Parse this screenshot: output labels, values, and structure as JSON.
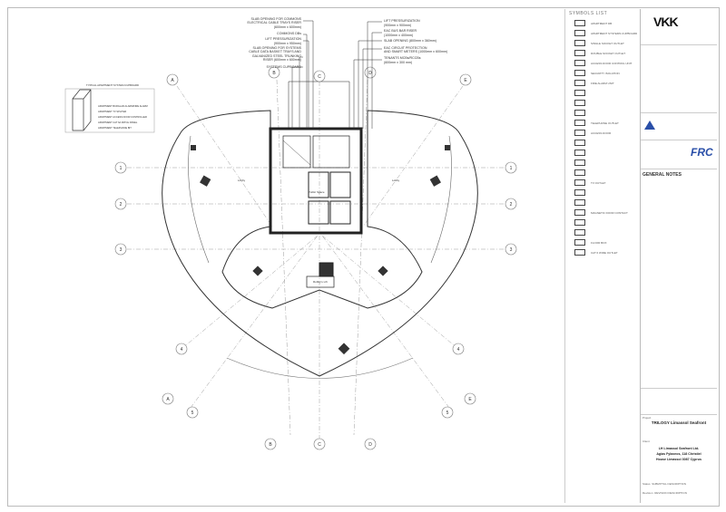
{
  "drawing": {
    "grid_letters": [
      "A",
      "B",
      "C",
      "D",
      "E"
    ],
    "grid_numbers": [
      "1",
      "2",
      "3",
      "4",
      "5"
    ],
    "callouts_left": [
      "SLAB OPENING FOR COMMONS",
      "ELECTRICAL CABLE TRAYS RISER",
      "(600mm x 600mm)",
      "COMMONS DBs",
      "LIFT PRESSURIZATION",
      "(900mm x 950mm)",
      "SLAB OPENING FOR SYSTEMS",
      "CABLE DATA BASKET TRAYS AND",
      "GALVANIZED STEEL TRUNKING",
      "RISER (600mm x 600mm)",
      "SYSTEMS CUPBOARD"
    ],
    "callouts_right": [
      "LIFT PRESSURIZATION",
      "(900mm x 900mm)",
      "EAC BUS BAR RISER",
      "(1000mm x 400mm)",
      "SLAB OPENING (800mm x 360mm)",
      "EAC CIRCUIT PROTECTION",
      "AND SMART METERS (1000mm x 600mm)",
      "TENANTS MCBs/RCCBs",
      "(600mm x 300 mm)"
    ],
    "cupboard_title": "TYPICAL APARTMENT SYSTEM CUPBOARD",
    "cupboard_items": [
      "APARTMENT BURGLAR ALARM/FIRE ALARM",
      "APARTMENT TV SPLITER",
      "APARTMENT ACCESS DOOR CONTROLLER",
      "APARTMENT CAT 6A PATCH PANEL",
      "APARTMENT TELEPHONE BIT"
    ],
    "room_labels": [
      "Lobby",
      "Public Space",
      "Lobby",
      "Robby's Lift"
    ]
  },
  "legend": {
    "title": "SYMBOLS LIST",
    "items": [
      "APARTMENT DB",
      "APARTMENT SYSTEMS CUPBOARD",
      "SINGLE SOCKET OUTLET",
      "DOUBLE SOCKET OUTLET",
      "ACCESS DOOR CONTROL UNIT",
      "SECURITY ISOLATION",
      "FIRE ALARM UNIT",
      "",
      "",
      "",
      "TELEPHONE OUTLET",
      "ACCESS DOOR",
      "",
      "",
      "",
      "",
      "TV OUTLET",
      "",
      "",
      "MAGNETIC DOOR CONTACT",
      "",
      "",
      "FLOOR BOX",
      "CAT 6 WIRE OUTLET"
    ]
  },
  "title_block": {
    "logo_architect": "VKK",
    "logo_mep": "FRC",
    "general_notes_title": "GENERAL NOTES",
    "project_label": "Project",
    "project_name": "TRILOGY Limassol Seafront",
    "client_label": "Client",
    "client_lines": [
      "LH Limassol Seafront Ltd.",
      "Agias Fylaxeos, 118 Christiel",
      "House Limassol 3087 Cyprus"
    ],
    "status_label": "Status",
    "status_value": "SUBMITTAL DESCRIPTION",
    "revision_label": "Revision",
    "revision_value": "REVISION DESCRIPTION"
  }
}
